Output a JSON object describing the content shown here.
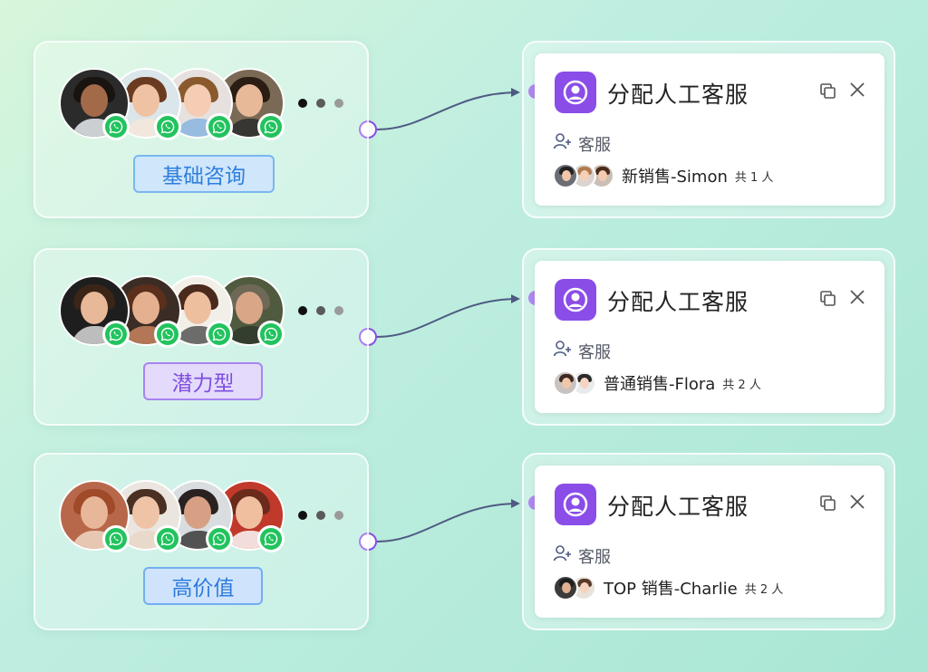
{
  "groups": [
    {
      "tag": "基础咨询",
      "tag_style": "blue",
      "avatars": [
        {
          "skin": "#a36a4a",
          "hair": "#1a1410",
          "bg": "#2b2b2b",
          "shirt": "#e9ecef"
        },
        {
          "skin": "#f0c2a4",
          "hair": "#6b3b21",
          "bg": "#dbe6ea",
          "shirt": "#f4e6da"
        },
        {
          "skin": "#f4cdb4",
          "hair": "#8a5a2e",
          "bg": "#e6e1de",
          "shirt": "#8ab4e0"
        },
        {
          "skin": "#e8b999",
          "hair": "#2b1d14",
          "bg": "#7a6a55",
          "shirt": "#2d2d2d"
        }
      ],
      "dots": [
        "#111111",
        "#5a5a5a",
        "#9a9a9a"
      ],
      "node": {
        "title": "分配人工客服",
        "role_label": "客服",
        "agent_name": "新销售-Simon",
        "agent_count": "共 1 人",
        "mini_avatars": [
          {
            "skin": "#f1c6a9",
            "hair": "#222",
            "bg": "#6b6f75"
          },
          {
            "skin": "#f5d0b8",
            "hair": "#b07a50",
            "bg": "#d9d4cf"
          },
          {
            "skin": "#f4cbb0",
            "hair": "#4a2b1a",
            "bg": "#cbbfb5"
          }
        ]
      }
    },
    {
      "tag": "潜力型",
      "tag_style": "purple",
      "avatars": [
        {
          "skin": "#e8b999",
          "hair": "#3a2517",
          "bg": "#1e1e1e",
          "shirt": "#d9d9d9"
        },
        {
          "skin": "#e4b08f",
          "hair": "#5a2f1c",
          "bg": "#3b2d26",
          "shirt": "#c98460"
        },
        {
          "skin": "#eebf9f",
          "hair": "#4a2a1c",
          "bg": "#f2efe9",
          "shirt": "#555555"
        },
        {
          "skin": "#d9a688",
          "hair": "#6e6856",
          "bg": "#4f5a3f",
          "shirt": "#2f3a2b"
        }
      ],
      "dots": [
        "#111111",
        "#5a5a5a",
        "#9a9a9a"
      ],
      "node": {
        "title": "分配人工客服",
        "role_label": "客服",
        "agent_name": "普通销售-Flora",
        "agent_count": "共 2 人",
        "mini_avatars": [
          {
            "skin": "#f1c6a9",
            "hair": "#3b2a22",
            "bg": "#c9c3bf"
          },
          {
            "skin": "#f5d5c2",
            "hair": "#2a2a2a",
            "bg": "#e7ebee"
          }
        ]
      }
    },
    {
      "tag": "高价值",
      "tag_style": "blue2",
      "avatars": [
        {
          "skin": "#e8b79a",
          "hair": "#a04a2a",
          "bg": "#b8684a",
          "shirt": "#f0d8c4"
        },
        {
          "skin": "#eec3a6",
          "hair": "#4a3022",
          "bg": "#ebe5df",
          "shirt": "#e9d7c7"
        },
        {
          "skin": "#d7a084",
          "hair": "#2a2220",
          "bg": "#d9dde0",
          "shirt": "#3a3a3a"
        },
        {
          "skin": "#efbfa0",
          "hair": "#6a2a1c",
          "bg": "#c0392b",
          "shirt": "#fafafa"
        }
      ],
      "dots": [
        "#111111",
        "#5a5a5a",
        "#9a9a9a"
      ],
      "node": {
        "title": "分配人工客服",
        "role_label": "客服",
        "agent_name": "TOP 销售-Charlie",
        "agent_count": "共 2 人",
        "mini_avatars": [
          {
            "skin": "#e0b090",
            "hair": "#1e1e1e",
            "bg": "#3b3b3b"
          },
          {
            "skin": "#f5d3bf",
            "hair": "#5a3a28",
            "bg": "#e8e2dc"
          }
        ]
      }
    }
  ],
  "colors": {
    "accent_purple": "#8a4de8",
    "connector_line": "#4f5a82",
    "whatsapp": "#22c35e"
  }
}
